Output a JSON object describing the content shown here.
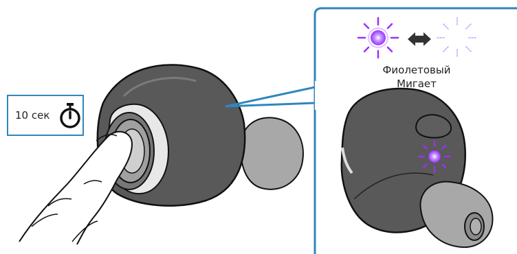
{
  "timer": {
    "label": "10 сек",
    "icon": "stopwatch-icon"
  },
  "indicator": {
    "color_label": "Фиолетовый",
    "state_label": "Мигает",
    "color": "#9b30ff",
    "glow": "#d8b4ff"
  },
  "colors": {
    "callout_border": "#2f86bd",
    "earbud_body": "#5a5a5a",
    "ear_tip": "#a8a8a8",
    "outline": "#111111"
  }
}
